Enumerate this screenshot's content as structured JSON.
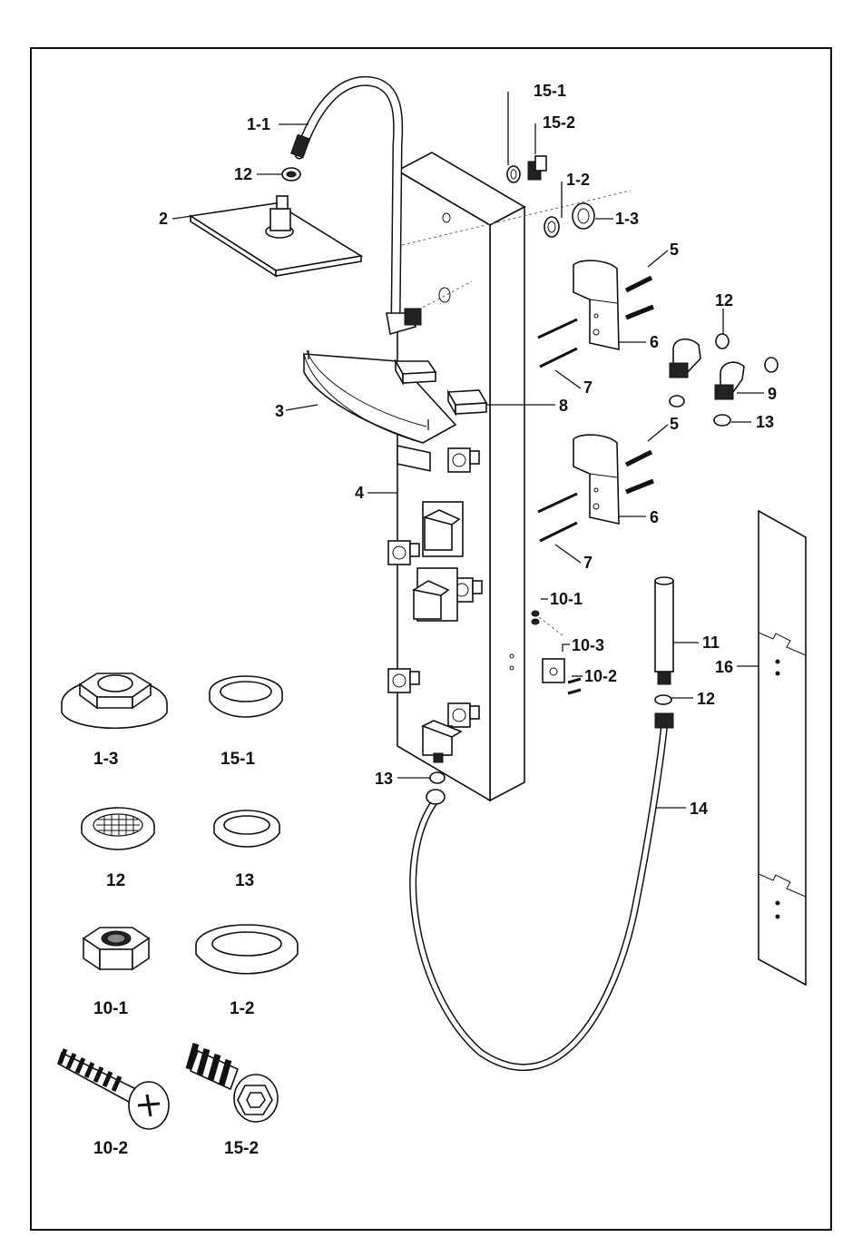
{
  "diagram": {
    "callouts": {
      "c1_1": "1-1",
      "c12_top": "12",
      "c2": "2",
      "c15_1": "15-1",
      "c15_2": "15-2",
      "c1_2": "1-2",
      "c1_3": "1-3",
      "c5_top": "5",
      "c6_top": "6",
      "c7_top": "7",
      "c12_right": "12",
      "c9": "9",
      "c13_right": "13",
      "c3": "3",
      "c8": "8",
      "c4": "4",
      "c5_bottom": "5",
      "c6_bottom": "6",
      "c7_bottom": "7",
      "c10_1": "10-1",
      "c10_3": "10-3",
      "c10_2": "10-2",
      "c11": "11",
      "c16": "16",
      "c12_hand": "12",
      "c13_bottom": "13",
      "c14": "14"
    },
    "detail_labels": {
      "d1_3": "1-3",
      "d15_1": "15-1",
      "d12": "12",
      "d13": "13",
      "d10_1": "10-1",
      "d1_2": "1-2",
      "d10_2": "10-2",
      "d15_2": "15-2"
    }
  }
}
